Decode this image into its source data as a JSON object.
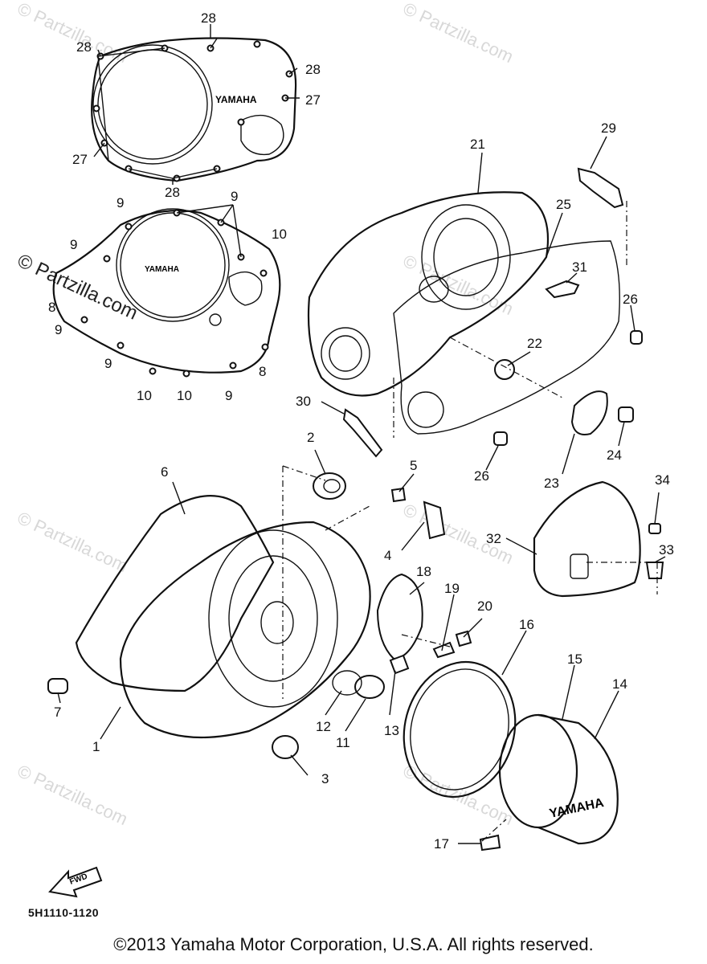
{
  "watermark": "© Partzilla.com",
  "cover_logo": "YAMAHA",
  "direction_arrow": "FWD",
  "figure_code": "5H1110-1120",
  "copyright": "©2013 Yamaha Motor Corporation, U.S.A. All rights reserved.",
  "labels": {
    "l1": "1",
    "l2": "2",
    "l3": "3",
    "l4": "4",
    "l5": "5",
    "l6": "6",
    "l7": "7",
    "l8a": "8",
    "l8b": "8",
    "l9a": "9",
    "l9b": "9",
    "l9c": "9",
    "l9d": "9",
    "l9e": "9",
    "l9f": "9",
    "l10a": "10",
    "l10b": "10",
    "l10c": "10",
    "l11": "11",
    "l12": "12",
    "l13": "13",
    "l14": "14",
    "l15": "15",
    "l16": "16",
    "l17": "17",
    "l18": "18",
    "l19": "19",
    "l20": "20",
    "l21": "21",
    "l22": "22",
    "l23": "23",
    "l24": "24",
    "l25": "25",
    "l26a": "26",
    "l26b": "26",
    "l27a": "27",
    "l27b": "27",
    "l28a": "28",
    "l28b": "28",
    "l28c": "28",
    "l28d": "28",
    "l29": "29",
    "l30": "30",
    "l31": "31",
    "l32": "32",
    "l33": "33",
    "l34": "34"
  }
}
